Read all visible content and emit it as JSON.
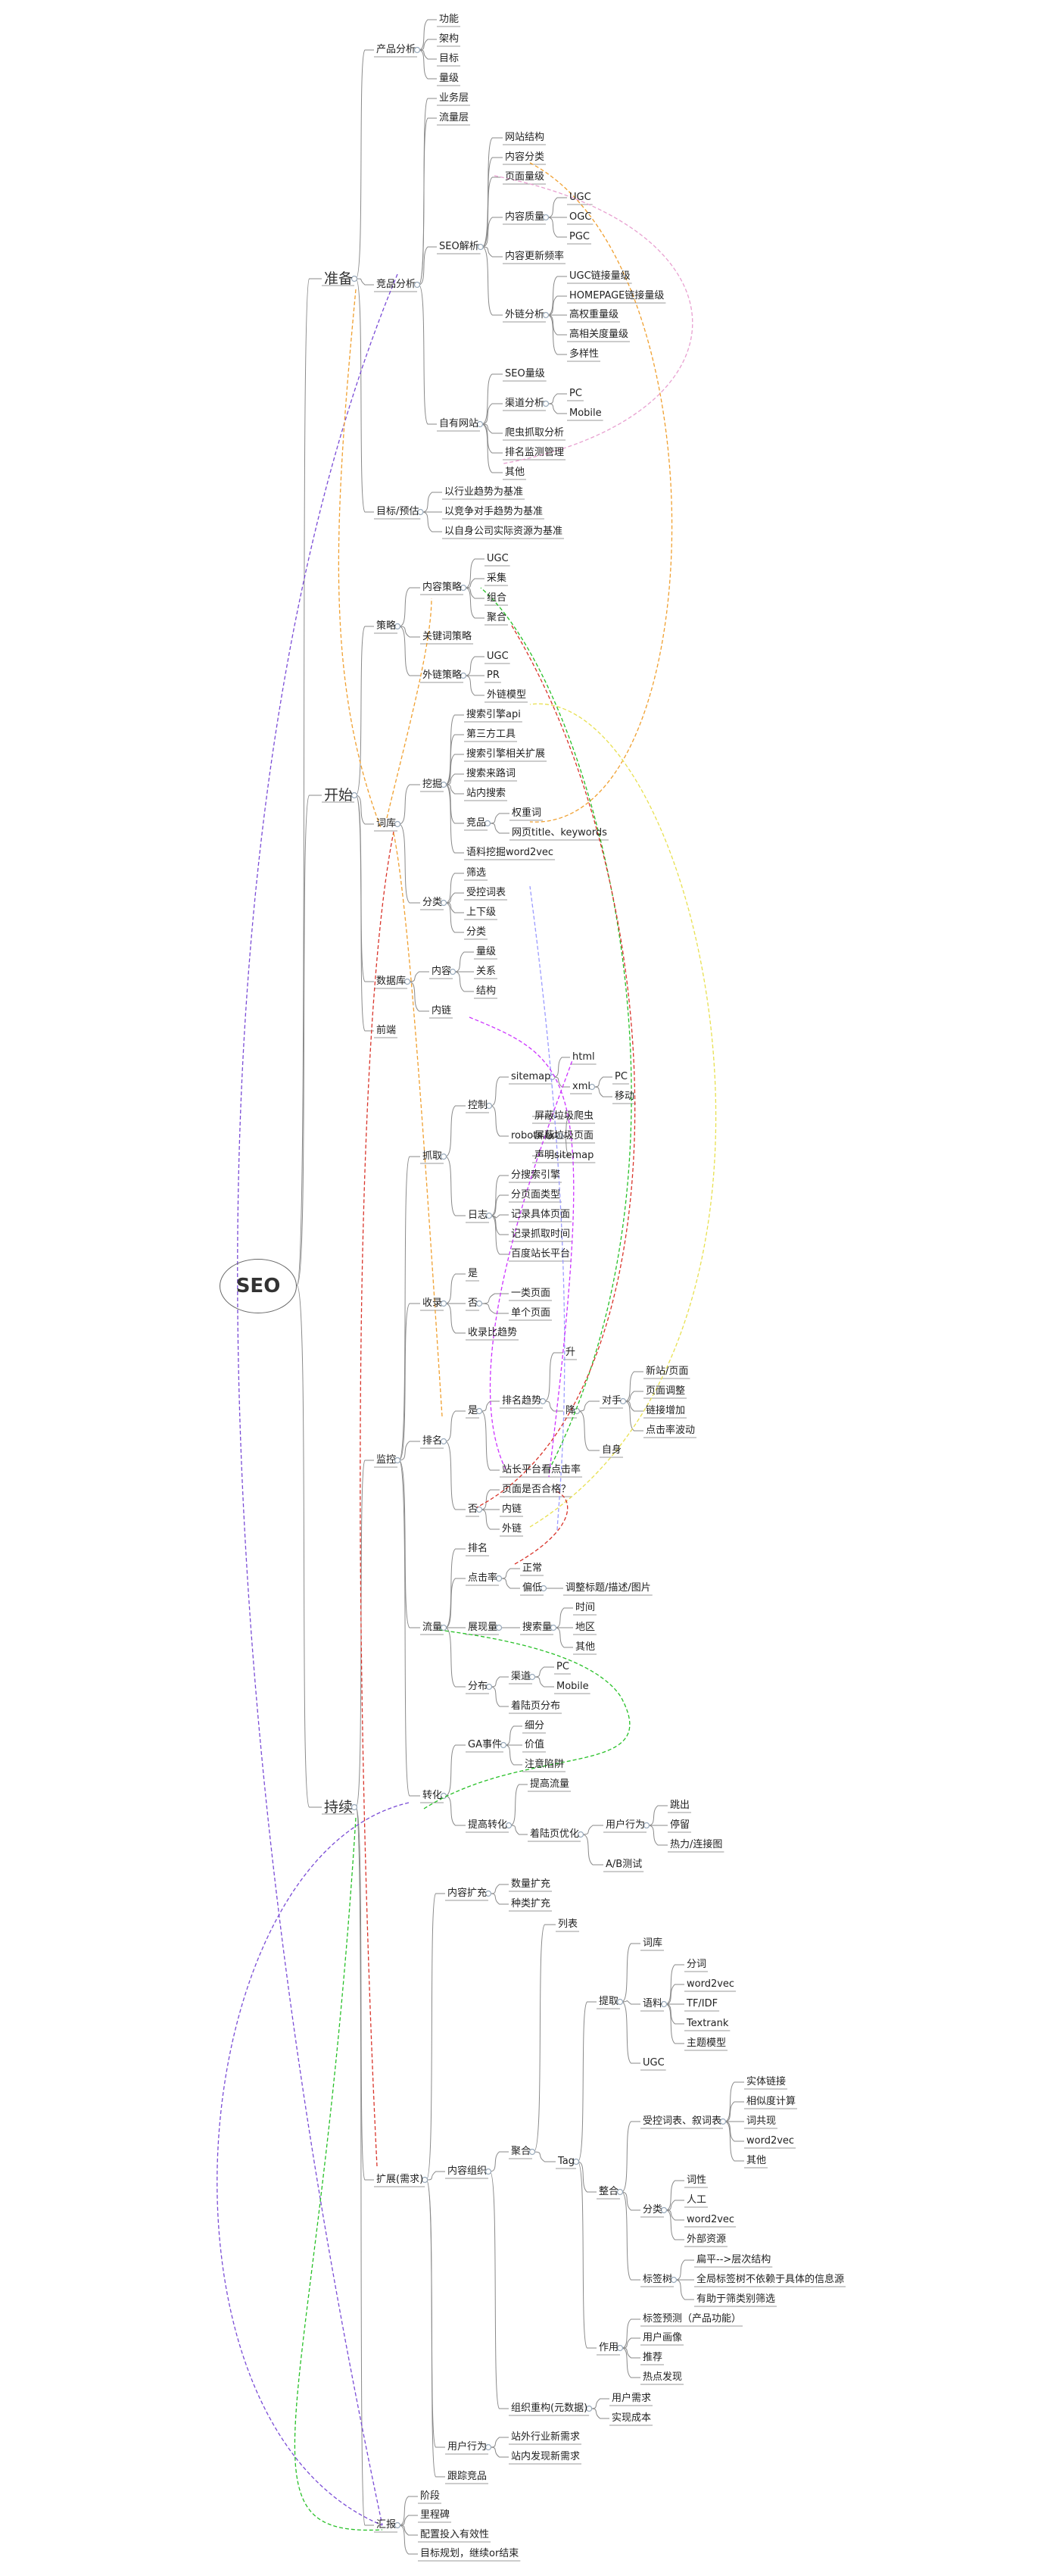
{
  "mindmap": {
    "root": "SEO",
    "nodes": [
      {
        "id": "zb",
        "t": "准备",
        "p": "root"
      },
      {
        "id": "ks",
        "t": "开始",
        "p": "root"
      },
      {
        "id": "cx",
        "t": "持续",
        "p": "root"
      },
      {
        "id": "cpfx",
        "t": "产品分析",
        "p": "zb"
      },
      {
        "id": "cp1",
        "t": "功能",
        "p": "cpfx"
      },
      {
        "id": "cp2",
        "t": "架构",
        "p": "cpfx"
      },
      {
        "id": "cp3",
        "t": "目标",
        "p": "cpfx"
      },
      {
        "id": "cp4",
        "t": "量级",
        "p": "cpfx"
      },
      {
        "id": "jpfx",
        "t": "竞品分析",
        "p": "zb"
      },
      {
        "id": "ywc",
        "t": "业务层",
        "p": "jpfx"
      },
      {
        "id": "llc",
        "t": "流量层",
        "p": "jpfx"
      },
      {
        "id": "seojx",
        "t": "SEO解析",
        "p": "jpfx"
      },
      {
        "id": "wzjg",
        "t": "网站结构",
        "p": "seojx"
      },
      {
        "id": "nrfl",
        "t": "内容分类",
        "p": "seojx"
      },
      {
        "id": "ymsl",
        "t": "页面量级",
        "p": "seojx"
      },
      {
        "id": "nrzl",
        "t": "内容质量",
        "p": "seojx"
      },
      {
        "id": "ugc1",
        "t": "UGC",
        "p": "nrzl"
      },
      {
        "id": "ogc1",
        "t": "OGC",
        "p": "nrzl"
      },
      {
        "id": "pgc1",
        "t": "PGC",
        "p": "nrzl"
      },
      {
        "id": "nrgx",
        "t": "内容更新频率",
        "p": "seojx"
      },
      {
        "id": "wlfx",
        "t": "外链分析",
        "p": "seojx"
      },
      {
        "id": "wl1",
        "t": "UGC链接量级",
        "p": "wlfx"
      },
      {
        "id": "wl2",
        "t": "HOMEPAGE链接量级",
        "p": "wlfx"
      },
      {
        "id": "wl3",
        "t": "高权重量级",
        "p": "wlfx"
      },
      {
        "id": "wl4",
        "t": "高相关度量级",
        "p": "wlfx"
      },
      {
        "id": "wl5",
        "t": "多样性",
        "p": "wlfx"
      },
      {
        "id": "zywz",
        "t": "自有网站",
        "p": "jpfx"
      },
      {
        "id": "seosl",
        "t": "SEO量级",
        "p": "zywz"
      },
      {
        "id": "qdfx",
        "t": "渠道分析",
        "p": "zywz"
      },
      {
        "id": "pc1",
        "t": "PC",
        "p": "qdfx"
      },
      {
        "id": "mob1",
        "t": "Mobile",
        "p": "qdfx"
      },
      {
        "id": "zzzq",
        "t": "爬虫抓取分析",
        "p": "zywz"
      },
      {
        "id": "pmjk",
        "t": "排名监测管理",
        "p": "zywz"
      },
      {
        "id": "qt1",
        "t": "其他",
        "p": "zywz"
      },
      {
        "id": "mbyg",
        "t": "目标/预估",
        "p": "zb"
      },
      {
        "id": "mb1",
        "t": "以行业趋势为基准",
        "p": "mbyg"
      },
      {
        "id": "mb2",
        "t": "以竞争对手趋势为基准",
        "p": "mbyg"
      },
      {
        "id": "mb3",
        "t": "以自身公司实际资源为基准",
        "p": "mbyg"
      },
      {
        "id": "cl",
        "t": "策略",
        "p": "ks"
      },
      {
        "id": "nrcl",
        "t": "内容策略",
        "p": "cl"
      },
      {
        "id": "ugc2",
        "t": "UGC",
        "p": "nrcl"
      },
      {
        "id": "cj1",
        "t": "采集",
        "p": "nrcl"
      },
      {
        "id": "zh1",
        "t": "组合",
        "p": "nrcl"
      },
      {
        "id": "jh1",
        "t": "聚合",
        "p": "nrcl"
      },
      {
        "id": "gjccl",
        "t": "关键词策略",
        "p": "cl"
      },
      {
        "id": "wlcl",
        "t": "外链策略",
        "p": "cl"
      },
      {
        "id": "ugc3",
        "t": "UGC",
        "p": "wlcl"
      },
      {
        "id": "pr1",
        "t": "PR",
        "p": "wlcl"
      },
      {
        "id": "wlmx",
        "t": "外链模型",
        "p": "wlcl"
      },
      {
        "id": "ck",
        "t": "词库",
        "p": "ks"
      },
      {
        "id": "wj",
        "t": "挖掘",
        "p": "ck"
      },
      {
        "id": "wj1",
        "t": "搜索引擎api",
        "p": "wj"
      },
      {
        "id": "wj2",
        "t": "第三方工具",
        "p": "wj"
      },
      {
        "id": "wj3",
        "t": "搜索引擎相关扩展",
        "p": "wj"
      },
      {
        "id": "wj4",
        "t": "搜索来路词",
        "p": "wj"
      },
      {
        "id": "wj5",
        "t": "站内搜索",
        "p": "wj"
      },
      {
        "id": "jp2",
        "t": "竞品",
        "p": "wj"
      },
      {
        "id": "qzc",
        "t": "权重词",
        "p": "jp2"
      },
      {
        "id": "wytt",
        "t": "网页title、keywords",
        "p": "jp2"
      },
      {
        "id": "ylwj",
        "t": "语料挖掘word2vec",
        "p": "wj"
      },
      {
        "id": "fl1",
        "t": "分类",
        "p": "ck"
      },
      {
        "id": "fl1a",
        "t": "筛选",
        "p": "fl1"
      },
      {
        "id": "fl1b",
        "t": "受控词表",
        "p": "fl1"
      },
      {
        "id": "fl1c",
        "t": "上下级",
        "p": "fl1"
      },
      {
        "id": "fl1d",
        "t": "分类",
        "p": "fl1"
      },
      {
        "id": "sjk",
        "t": "数据库",
        "p": "ks"
      },
      {
        "id": "nr2",
        "t": "内容",
        "p": "sjk"
      },
      {
        "id": "sl2",
        "t": "量级",
        "p": "nr2"
      },
      {
        "id": "gx2",
        "t": "关系",
        "p": "nr2"
      },
      {
        "id": "jg2",
        "t": "结构",
        "p": "nr2"
      },
      {
        "id": "nl2",
        "t": "内链",
        "p": "sjk"
      },
      {
        "id": "qd",
        "t": "前端",
        "p": "ks"
      },
      {
        "id": "jk",
        "t": "监控",
        "p": "cx"
      },
      {
        "id": "zq",
        "t": "抓取",
        "p": "jk"
      },
      {
        "id": "kz",
        "t": "控制",
        "p": "zq"
      },
      {
        "id": "smap",
        "t": "sitemap",
        "p": "kz"
      },
      {
        "id": "html1",
        "t": "html",
        "p": "smap"
      },
      {
        "id": "xml1",
        "t": "xml",
        "p": "smap"
      },
      {
        "id": "pc3",
        "t": "PC",
        "p": "xml1"
      },
      {
        "id": "yd",
        "t": "移动",
        "p": "xml1"
      },
      {
        "id": "robots",
        "t": "robots.txt",
        "p": "kz"
      },
      {
        "id": "rb1",
        "t": "屏蔽垃圾爬虫",
        "p": "robots"
      },
      {
        "id": "rb2",
        "t": "屏蔽垃圾页面",
        "p": "robots"
      },
      {
        "id": "rb3",
        "t": "声明sitemap",
        "p": "robots"
      },
      {
        "id": "rz",
        "t": "日志",
        "p": "zq"
      },
      {
        "id": "rz1",
        "t": "分搜索引擎",
        "p": "rz"
      },
      {
        "id": "rz2",
        "t": "分页面类型",
        "p": "rz"
      },
      {
        "id": "rz3",
        "t": "记录具体页面",
        "p": "rz"
      },
      {
        "id": "rz4",
        "t": "记录抓取时间",
        "p": "rz"
      },
      {
        "id": "rz5",
        "t": "百度站长平台",
        "p": "rz"
      },
      {
        "id": "sl",
        "t": "收录",
        "p": "jk"
      },
      {
        "id": "sl_y",
        "t": "是",
        "p": "sl"
      },
      {
        "id": "sl_n",
        "t": "否",
        "p": "sl"
      },
      {
        "id": "ylym",
        "t": "一类页面",
        "p": "sl_n"
      },
      {
        "id": "dgym",
        "t": "单个页面",
        "p": "sl_n"
      },
      {
        "id": "slbqs",
        "t": "收录比趋势",
        "p": "sl"
      },
      {
        "id": "pm",
        "t": "排名",
        "p": "jk"
      },
      {
        "id": "pm_y",
        "t": "是",
        "p": "pm"
      },
      {
        "id": "pmqs",
        "t": "排名趋势",
        "p": "pm_y"
      },
      {
        "id": "sheng",
        "t": "升",
        "p": "pmqs"
      },
      {
        "id": "jiang",
        "t": "降",
        "p": "pmqs"
      },
      {
        "id": "ds",
        "t": "对手",
        "p": "jiang"
      },
      {
        "id": "ds1",
        "t": "新站/页面",
        "p": "ds"
      },
      {
        "id": "ds2",
        "t": "页面调整",
        "p": "ds"
      },
      {
        "id": "ds3",
        "t": "链接增加",
        "p": "ds"
      },
      {
        "id": "ds4",
        "t": "点击率波动",
        "p": "ds"
      },
      {
        "id": "zs",
        "t": "自身",
        "p": "jiang"
      },
      {
        "id": "zzpt",
        "t": "站长平台看点击率",
        "p": "pm_y"
      },
      {
        "id": "pm_n",
        "t": "否",
        "p": "pm"
      },
      {
        "id": "ymhg",
        "t": "页面是否合格？",
        "p": "pm_n"
      },
      {
        "id": "nl3",
        "t": "内链",
        "p": "pm_n"
      },
      {
        "id": "wl6",
        "t": "外链",
        "p": "pm_n"
      },
      {
        "id": "ll",
        "t": "流量",
        "p": "jk"
      },
      {
        "id": "pm2",
        "t": "排名",
        "p": "ll"
      },
      {
        "id": "djl",
        "t": "点击率",
        "p": "ll"
      },
      {
        "id": "zc",
        "t": "正常",
        "p": "djl"
      },
      {
        "id": "pd",
        "t": "偏低",
        "p": "djl"
      },
      {
        "id": "tzbt",
        "t": "调整标题/描述/图片",
        "p": "pd"
      },
      {
        "id": "zxl",
        "t": "展现量",
        "p": "ll"
      },
      {
        "id": "ssl",
        "t": "搜索量",
        "p": "zxl"
      },
      {
        "id": "sj",
        "t": "时间",
        "p": "ssl"
      },
      {
        "id": "dq",
        "t": "地区",
        "p": "ssl"
      },
      {
        "id": "qt2",
        "t": "其他",
        "p": "ssl"
      },
      {
        "id": "fb",
        "t": "分布",
        "p": "ll"
      },
      {
        "id": "qd2",
        "t": "渠道",
        "p": "fb"
      },
      {
        "id": "pc4",
        "t": "PC",
        "p": "qd2"
      },
      {
        "id": "mob2",
        "t": "Mobile",
        "p": "qd2"
      },
      {
        "id": "zldy",
        "t": "着陆页分布",
        "p": "fb"
      },
      {
        "id": "zhh",
        "t": "转化",
        "p": "jk"
      },
      {
        "id": "ga",
        "t": "GA事件",
        "p": "zhh"
      },
      {
        "id": "xf",
        "t": "细分",
        "p": "ga"
      },
      {
        "id": "jz",
        "t": "价值",
        "p": "ga"
      },
      {
        "id": "zymb",
        "t": "注意陷阱",
        "p": "ga"
      },
      {
        "id": "tgzh",
        "t": "提高转化",
        "p": "zhh"
      },
      {
        "id": "tgll",
        "t": "提高流量",
        "p": "tgzh"
      },
      {
        "id": "zlyyh",
        "t": "着陆页优化",
        "p": "tgzh"
      },
      {
        "id": "yhxw",
        "t": "用户行为",
        "p": "zlyyh"
      },
      {
        "id": "tc",
        "t": "跳出",
        "p": "yhxw"
      },
      {
        "id": "tl",
        "t": "停留",
        "p": "yhxw"
      },
      {
        "id": "rl",
        "t": "热力/连接图",
        "p": "yhxw"
      },
      {
        "id": "ab",
        "t": "A/B测试",
        "p": "zlyyh"
      },
      {
        "id": "kz2",
        "t": "扩展(需求)",
        "p": "cx"
      },
      {
        "id": "nrkz",
        "t": "内容扩充",
        "p": "kz2"
      },
      {
        "id": "slkz",
        "t": "数量扩充",
        "p": "nrkz"
      },
      {
        "id": "zlkz",
        "t": "种类扩充",
        "p": "nrkz"
      },
      {
        "id": "nrzz",
        "t": "内容组织",
        "p": "kz2"
      },
      {
        "id": "jh2",
        "t": "聚合",
        "p": "nrzz"
      },
      {
        "id": "lb",
        "t": "列表",
        "p": "jh2"
      },
      {
        "id": "tag",
        "t": "Tag",
        "p": "jh2"
      },
      {
        "id": "tq",
        "t": "提取",
        "p": "tag"
      },
      {
        "id": "ck2",
        "t": "词库",
        "p": "tq"
      },
      {
        "id": "yl",
        "t": "语料",
        "p": "tq"
      },
      {
        "id": "fc",
        "t": "分词",
        "p": "yl"
      },
      {
        "id": "w2v1",
        "t": "word2vec",
        "p": "yl"
      },
      {
        "id": "tfidf",
        "t": "TF/IDF",
        "p": "yl"
      },
      {
        "id": "txr",
        "t": "Textrank",
        "p": "yl"
      },
      {
        "id": "ztmx",
        "t": "主题模型",
        "p": "yl"
      },
      {
        "id": "ugc4",
        "t": "UGC",
        "p": "tq"
      },
      {
        "id": "zhg",
        "t": "整合",
        "p": "tag"
      },
      {
        "id": "skcb",
        "t": "受控词表、叙词表",
        "p": "zhg"
      },
      {
        "id": "stlj",
        "t": "实体链接",
        "p": "skcb"
      },
      {
        "id": "xsd",
        "t": "相似度计算",
        "p": "skcb"
      },
      {
        "id": "cgx",
        "t": "词共现",
        "p": "skcb"
      },
      {
        "id": "w2v2",
        "t": "word2vec",
        "p": "skcb"
      },
      {
        "id": "qt3",
        "t": "其他",
        "p": "skcb"
      },
      {
        "id": "fl2",
        "t": "分类",
        "p": "zhg"
      },
      {
        "id": "cx2",
        "t": "词性",
        "p": "fl2"
      },
      {
        "id": "rg",
        "t": "人工",
        "p": "fl2"
      },
      {
        "id": "w2v3",
        "t": "word2vec",
        "p": "fl2"
      },
      {
        "id": "wbzy",
        "t": "外部资源",
        "p": "fl2"
      },
      {
        "id": "bqs",
        "t": "标签树",
        "p": "zhg"
      },
      {
        "id": "bqs1",
        "t": "扁平-->层次结构",
        "p": "bqs"
      },
      {
        "id": "bqs2",
        "t": "全局标签树不依赖于具体的信息源",
        "p": "bqs"
      },
      {
        "id": "bqs3",
        "t": "有助于筛类别筛选",
        "p": "bqs"
      },
      {
        "id": "zy",
        "t": "作用",
        "p": "tag"
      },
      {
        "id": "bqyc",
        "t": "标签预测（产品功能）",
        "p": "zy"
      },
      {
        "id": "yhhx",
        "t": "用户画像",
        "p": "zy"
      },
      {
        "id": "tj",
        "t": "推荐",
        "p": "zy"
      },
      {
        "id": "rdfx",
        "t": "热点发现",
        "p": "zy"
      },
      {
        "id": "zzcg",
        "t": "组织重构(元数据)",
        "p": "nrzz"
      },
      {
        "id": "yhxq",
        "t": "用户需求",
        "p": "zzcg"
      },
      {
        "id": "sscb",
        "t": "实现成本",
        "p": "zzcg"
      },
      {
        "id": "yhxw2",
        "t": "用户行为",
        "p": "kz2"
      },
      {
        "id": "zwhy",
        "t": "站外行业新需求",
        "p": "yhxw2"
      },
      {
        "id": "znfx",
        "t": "站内发现新需求",
        "p": "yhxw2"
      },
      {
        "id": "gzjp",
        "t": "跟踪竞品",
        "p": "kz2"
      },
      {
        "id": "hb",
        "t": "汇报",
        "p": "cx"
      },
      {
        "id": "jd",
        "t": "阶段",
        "p": "hb"
      },
      {
        "id": "lcb",
        "t": "里程碑",
        "p": "hb"
      },
      {
        "id": "pztr",
        "t": "配置投入有效性",
        "p": "hb"
      },
      {
        "id": "mbgh",
        "t": "目标规划，继续or结束",
        "p": "hb"
      }
    ]
  }
}
